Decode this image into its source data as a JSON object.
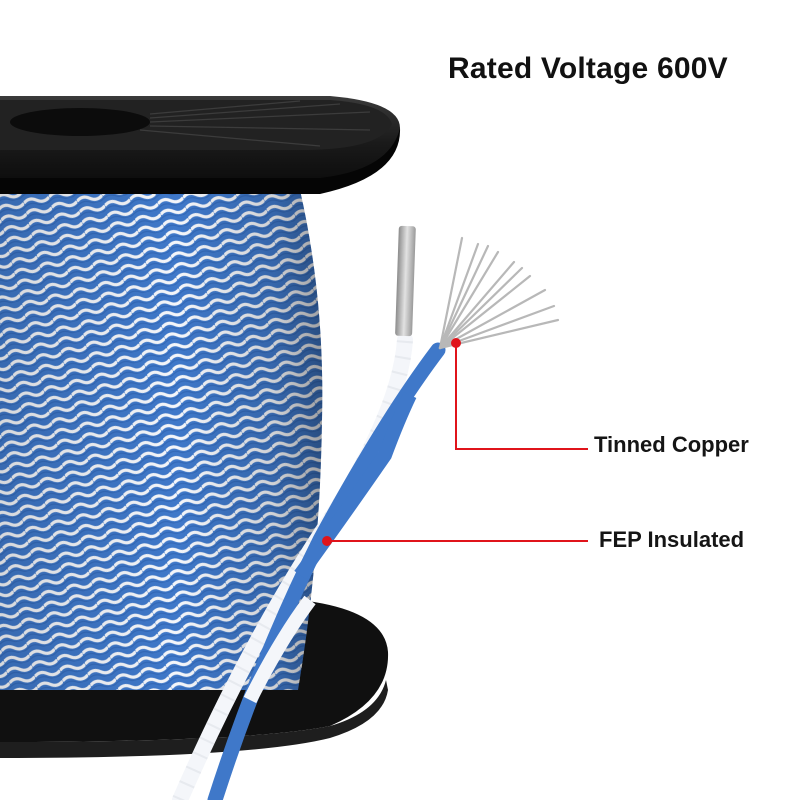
{
  "headline": "Rated Voltage 600V",
  "callouts": {
    "copper": "Tinned Copper",
    "insulation": "FEP Insulated"
  },
  "colors": {
    "wire_blue": "#3f78c9",
    "wire_white": "#f4f6fa",
    "spool_black": "#111111",
    "callout_red": "#e0141b",
    "copper_silver": "#b8b8b8"
  }
}
